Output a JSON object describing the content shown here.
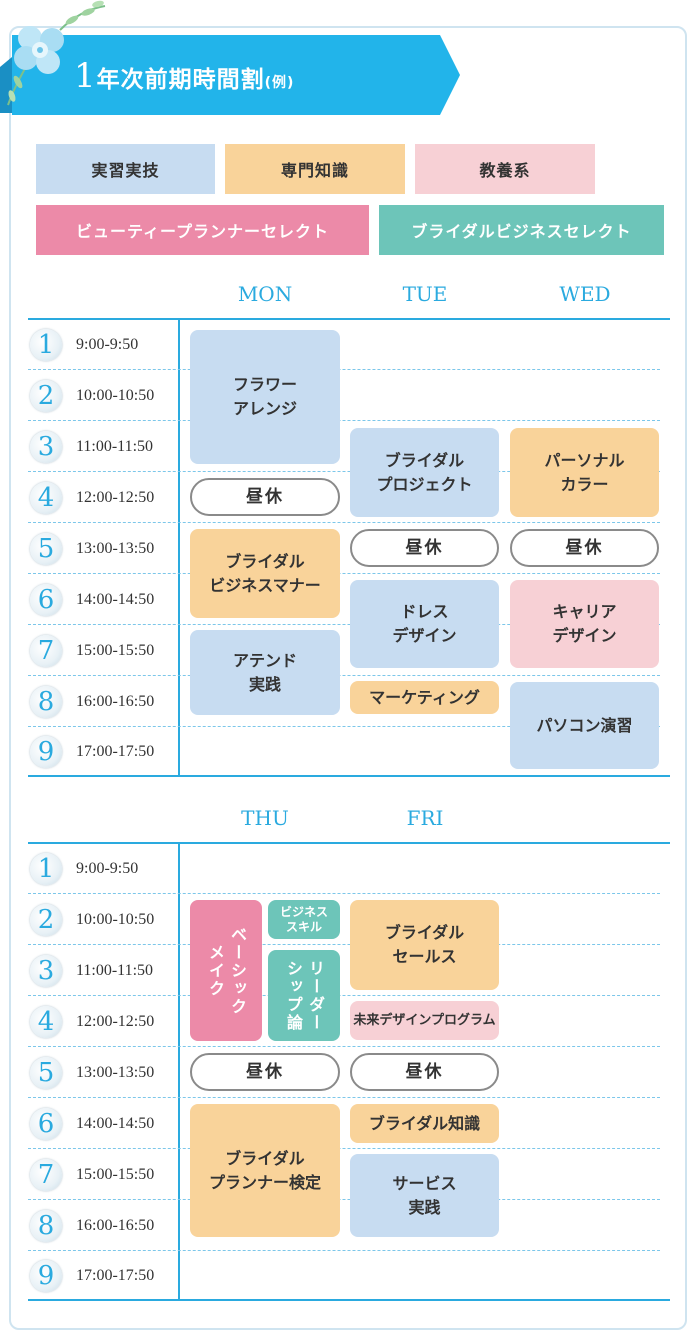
{
  "header": {
    "title_number": "1",
    "title_text": "年次前期時間割",
    "title_suffix": "(例)"
  },
  "legend": [
    {
      "label": "実習実技",
      "color": "#c7dcf1"
    },
    {
      "label": "専門知識",
      "color": "#f9d39a"
    },
    {
      "label": "教養系",
      "color": "#f7d0d5"
    },
    {
      "label": "ビューティープランナーセレクト",
      "color": "#ec8aa8"
    },
    {
      "label": "ブライダルビジネスセレクト",
      "color": "#6dc5b9"
    }
  ],
  "week1": {
    "days": [
      "MON",
      "TUE",
      "WED"
    ],
    "periods": [
      {
        "num": "1",
        "time": "9:00-9:50"
      },
      {
        "num": "2",
        "time": "10:00-10:50"
      },
      {
        "num": "3",
        "time": "11:00-11:50"
      },
      {
        "num": "4",
        "time": "12:00-12:50"
      },
      {
        "num": "5",
        "time": "13:00-13:50"
      },
      {
        "num": "6",
        "time": "14:00-14:50"
      },
      {
        "num": "7",
        "time": "15:00-15:50"
      },
      {
        "num": "8",
        "time": "16:00-16:50"
      },
      {
        "num": "9",
        "time": "17:00-17:50"
      }
    ],
    "classes": {
      "mon_flower": "フラワー\nアレンジ",
      "mon_lunch": "昼休",
      "mon_manner": "ブライダル\nビジネスマナー",
      "mon_attend": "アテンド\n実践",
      "tue_project": "ブライダル\nプロジェクト",
      "tue_lunch": "昼休",
      "tue_dress": "ドレス\nデザイン",
      "tue_marketing": "マーケティング",
      "wed_color": "パーソナル\nカラー",
      "wed_lunch": "昼休",
      "wed_career": "キャリア\nデザイン",
      "wed_pc": "パソコン演習"
    }
  },
  "week2": {
    "days": [
      "THU",
      "FRI"
    ],
    "periods": [
      {
        "num": "1",
        "time": "9:00-9:50"
      },
      {
        "num": "2",
        "time": "10:00-10:50"
      },
      {
        "num": "3",
        "time": "11:00-11:50"
      },
      {
        "num": "4",
        "time": "12:00-12:50"
      },
      {
        "num": "5",
        "time": "13:00-13:50"
      },
      {
        "num": "6",
        "time": "14:00-14:50"
      },
      {
        "num": "7",
        "time": "15:00-15:50"
      },
      {
        "num": "8",
        "time": "16:00-16:50"
      },
      {
        "num": "9",
        "time": "17:00-17:50"
      }
    ],
    "classes": {
      "thu_basemake": "ベーシック\nメイク",
      "thu_bizskill": "ビジネス\nスキル",
      "thu_leadership": "リーダー\nシップ論",
      "thu_lunch": "昼休",
      "thu_planner": "ブライダル\nプランナー検定",
      "fri_sales": "ブライダル\nセールス",
      "fri_future": "未来デザインプログラム",
      "fri_lunch": "昼休",
      "fri_knowledge": "ブライダル知識",
      "fri_service": "サービス\n実践"
    }
  }
}
